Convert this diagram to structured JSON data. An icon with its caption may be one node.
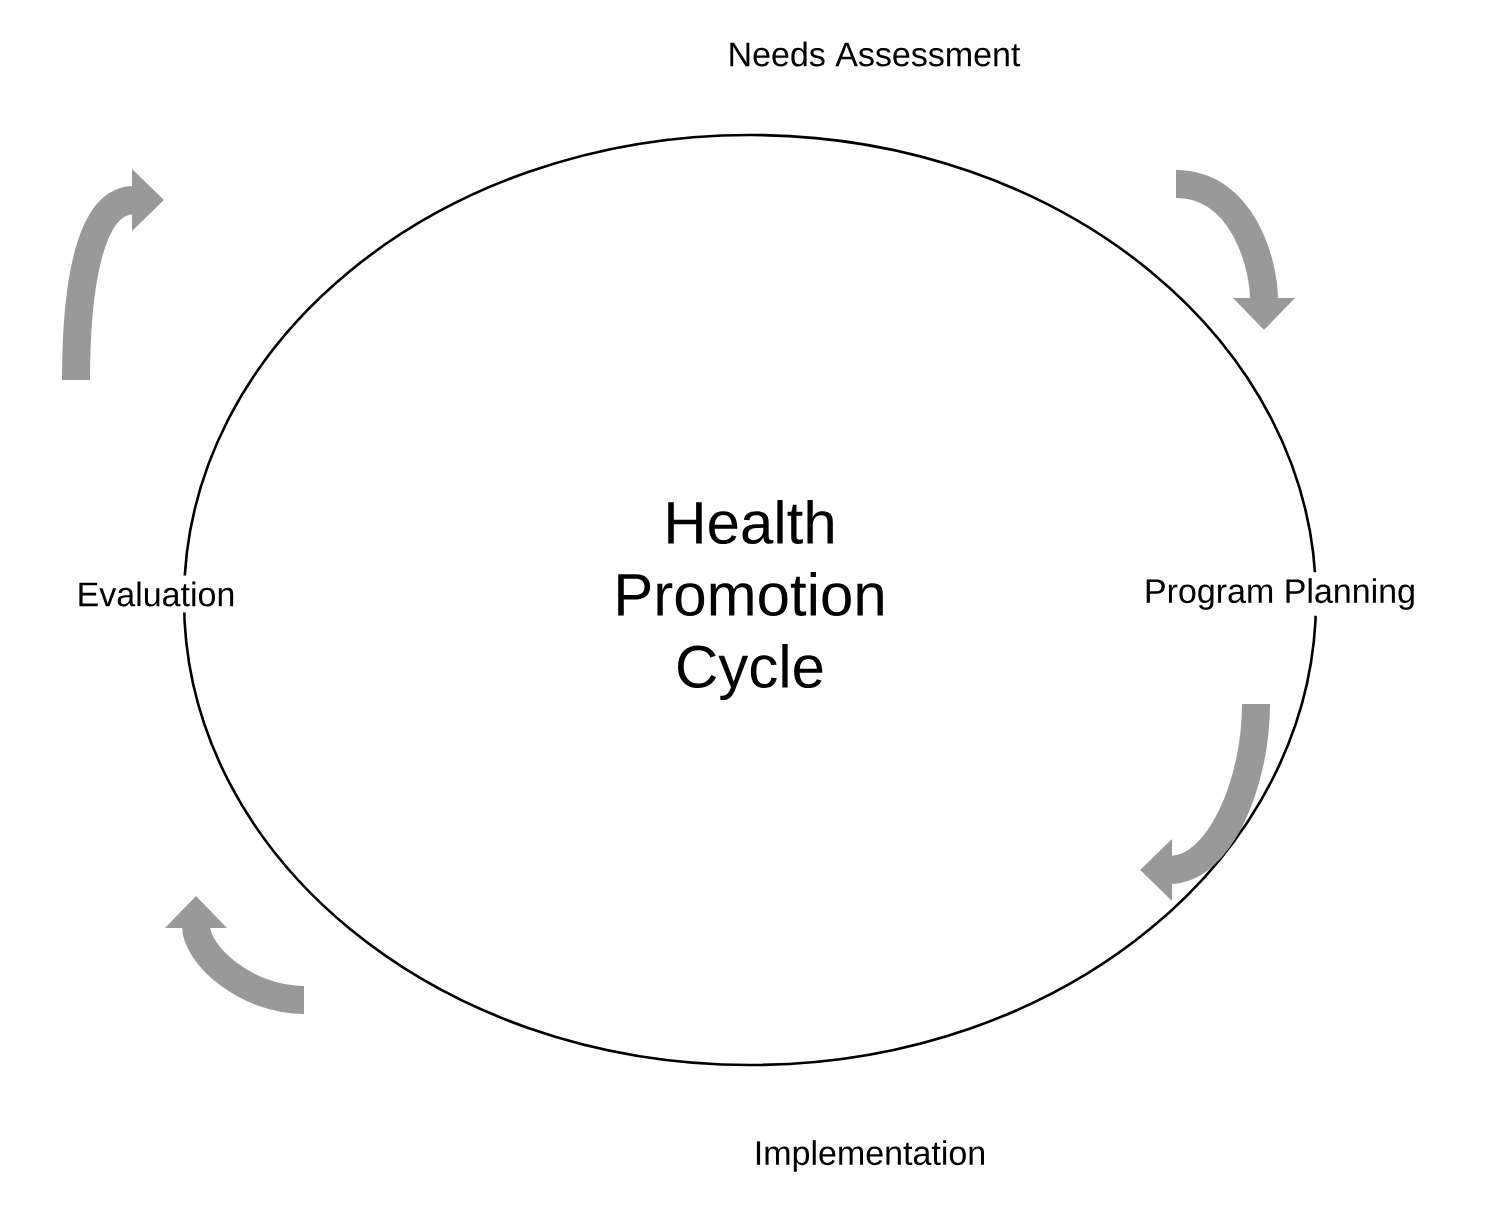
{
  "diagram": {
    "nodes": [
      {
        "text": [
          "Health Promotion Cycle"
        ]
      },
      {
        "text": [
          "Needs Assessment"
        ]
      },
      {
        "text": [
          "Program Planning"
        ]
      },
      {
        "text": [
          "Implementation"
        ]
      },
      {
        "text": [
          "Evaluation"
        ]
      }
    ]
  }
}
